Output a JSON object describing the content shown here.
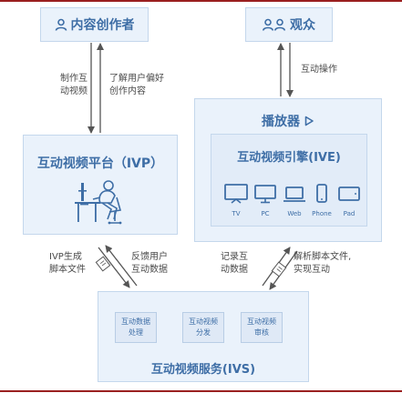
{
  "creator": {
    "label": "内容创作者",
    "icon": "person-icon"
  },
  "audience": {
    "label": "观众",
    "icon": "people-icon"
  },
  "creator_ivp": {
    "down_label": [
      "制作互",
      "动视频"
    ],
    "up_label": [
      "了解用户偏好",
      "创作内容"
    ]
  },
  "audience_player": {
    "label": "互动操作"
  },
  "ivp": {
    "title": "互动视频平台（IVP）",
    "icon": "developer-at-desk-icon"
  },
  "player": {
    "title": "播放器",
    "icon": "play-icon"
  },
  "ive": {
    "title": "互动视频引擎(IVE)",
    "devices": [
      {
        "label": "TV",
        "icon": "tv-icon"
      },
      {
        "label": "PC",
        "icon": "monitor-icon"
      },
      {
        "label": "Web",
        "icon": "laptop-icon"
      },
      {
        "label": "Phone",
        "icon": "phone-icon"
      },
      {
        "label": "Pad",
        "icon": "tablet-icon"
      }
    ]
  },
  "ivp_ivs": {
    "down_label": [
      "IVP生成",
      "脚本文件"
    ],
    "up_label": [
      "反馈用户",
      "互动数据"
    ]
  },
  "player_ivs": {
    "up_label": [
      "记录互",
      "动数据"
    ],
    "down_label": [
      "解析脚本文件,",
      "实现互动"
    ]
  },
  "ivs": {
    "title": "互动视频服务(IVS)",
    "modules": [
      [
        "互动数据",
        "处理"
      ],
      [
        "互动视频",
        "分发"
      ],
      [
        "互动视频",
        "审核"
      ]
    ]
  }
}
